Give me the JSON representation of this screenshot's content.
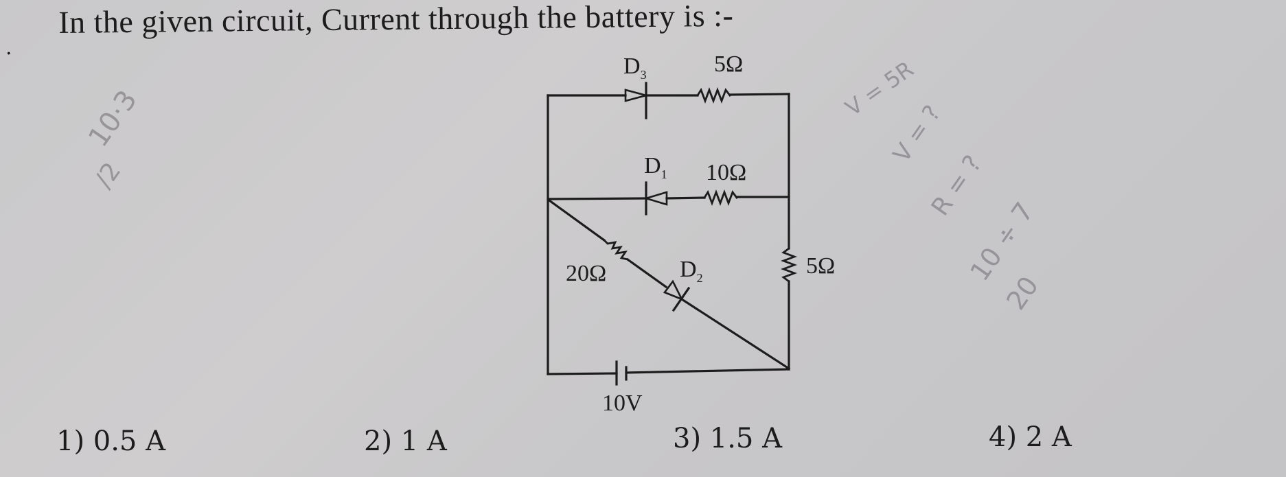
{
  "question": {
    "bullet": ".",
    "text": "In the given circuit, Current through the battery is :-"
  },
  "circuit": {
    "components": [
      {
        "id": "D3",
        "type": "diode",
        "label": "D",
        "subscript": "3",
        "branch": "top",
        "direction": "left-to-right"
      },
      {
        "id": "R_top",
        "type": "resistor",
        "label": "5Ω",
        "branch": "top"
      },
      {
        "id": "D1",
        "type": "diode",
        "label": "D",
        "subscript": "1",
        "branch": "middle",
        "direction": "right-to-left"
      },
      {
        "id": "R_mid",
        "type": "resistor",
        "label": "10Ω",
        "branch": "middle"
      },
      {
        "id": "R_diag",
        "type": "resistor",
        "label": "20Ω",
        "branch": "diagonal"
      },
      {
        "id": "D2",
        "type": "diode",
        "label": "D",
        "subscript": "2",
        "branch": "diagonal",
        "direction": "top-left-to-bottom-right"
      },
      {
        "id": "R_right",
        "type": "resistor",
        "label": "5Ω",
        "branch": "right"
      },
      {
        "id": "battery",
        "type": "battery",
        "label": "10V",
        "branch": "bottom"
      }
    ],
    "labels": {
      "d3": "D",
      "d3_sub": "3",
      "r_top": "5Ω",
      "d1": "D",
      "d1_sub": "1",
      "r_mid": "10Ω",
      "r_diag": "20Ω",
      "d2": "D",
      "d2_sub": "2",
      "r_right": "5Ω",
      "battery": "10V"
    }
  },
  "options": [
    {
      "label": "1) 0.5 A"
    },
    {
      "label": "2) 1 A"
    },
    {
      "label": "3) 1.5 A"
    },
    {
      "label": "4) 2 A"
    }
  ],
  "pencil_notes": {
    "left": [
      "10·3",
      "/2"
    ],
    "right": [
      "V = 5R",
      "V = ?",
      "R = ?",
      "10 ÷ 7",
      "20"
    ]
  },
  "colors": {
    "paper": "#cbcacc",
    "ink": "#1c1c1c",
    "pencil": "#8e8c90"
  }
}
